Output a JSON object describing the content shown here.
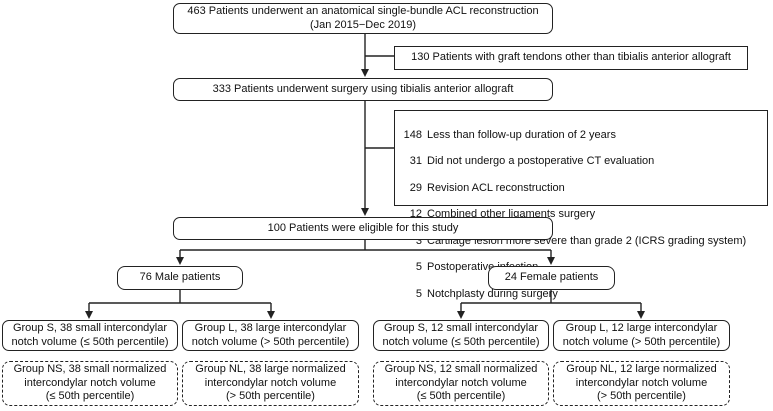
{
  "flow": {
    "top_box": "463 Patients underwent an anatomical single-bundle ACL reconstruction\n(Jan 2015−Dec 2019)",
    "excluded_grafts": "130 Patients with graft tendons other than tibialis anterior allograft",
    "surgery_box": "333 Patients underwent surgery using tibialis anterior allograft",
    "excluded_list": [
      {
        "count": "148",
        "reason": "Less than follow-up duration of 2 years"
      },
      {
        "count": "31",
        "reason": "Did not undergo a postoperative CT evaluation"
      },
      {
        "count": "29",
        "reason": "Revision ACL reconstruction"
      },
      {
        "count": "12",
        "reason": "Combined other ligaments surgery"
      },
      {
        "count": "3",
        "reason": "Cartilage lesion more severe than grade 2 (ICRS grading system)"
      },
      {
        "count": "5",
        "reason": "Postoperative infection"
      },
      {
        "count": "5",
        "reason": "Notchplasty during surgery"
      }
    ],
    "eligible_box": "100 Patients were eligible for this study",
    "male_box": "76 Male patients",
    "female_box": "24 Female patients",
    "groups": [
      "Group S, 38 small intercondylar\nnotch volume (≤ 50th percentile)",
      "Group L, 38 large intercondylar\nnotch volume (> 50th percentile)",
      "Group S, 12 small intercondylar\nnotch volume (≤ 50th percentile)",
      "Group L, 12 large intercondylar\nnotch volume (> 50th percentile)"
    ],
    "normalized_groups": [
      "Group NS, 38 small normalized\nintercondylar notch volume\n(≤ 50th percentile)",
      "Group NL, 38 large normalized\nintercondylar notch volume\n(> 50th percentile)",
      "Group NS, 12 small normalized\nintercondylar notch volume\n(≤ 50th percentile)",
      "Group NL, 12 large normalized\nintercondylar notch volume\n(> 50th percentile)"
    ],
    "colors": {
      "line": "#222222",
      "text": "#111111",
      "background": "#ffffff"
    }
  }
}
